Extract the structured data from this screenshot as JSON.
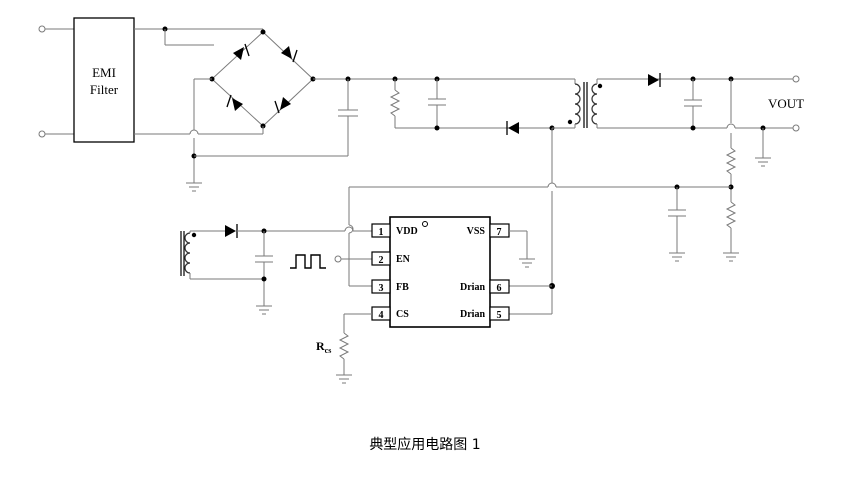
{
  "emi_filter": {
    "line1": "EMI",
    "line2": "Filter"
  },
  "vout_label": "VOUT",
  "ic": {
    "pins": [
      {
        "num": "1",
        "name": "VDD"
      },
      {
        "num": "2",
        "name": "EN"
      },
      {
        "num": "3",
        "name": "FB"
      },
      {
        "num": "4",
        "name": "CS"
      },
      {
        "num": "5",
        "name": "Drian"
      },
      {
        "num": "6",
        "name": "Drian"
      },
      {
        "num": "7",
        "name": "VSS"
      }
    ]
  },
  "rcs": {
    "main": "R",
    "sub": "cs"
  },
  "caption": "典型应用电路图 1"
}
